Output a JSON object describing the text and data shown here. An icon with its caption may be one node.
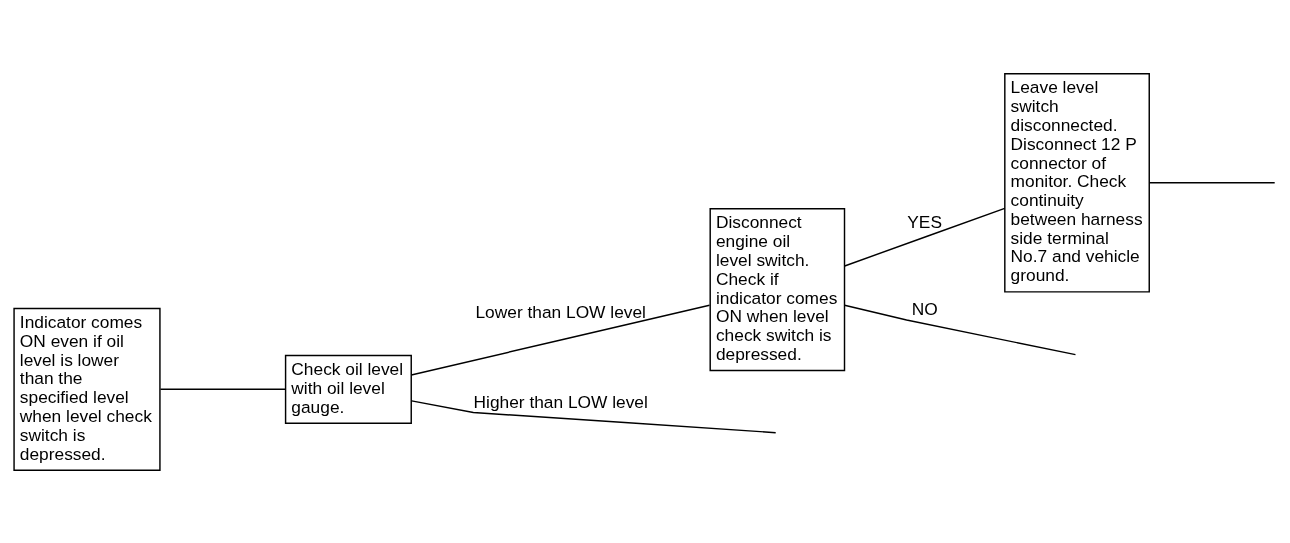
{
  "diagram": {
    "nodes": [
      {
        "text": [
          "Indicator comes ON even if oil level is lower than the specified level when level check switch is depressed."
        ]
      },
      {
        "text": [
          "Check oil level with oil level gauge."
        ]
      },
      {
        "text": [
          "Disconnect engine oil level switch. Check if indicator comes ON when level check switch is depressed."
        ]
      },
      {
        "text": [
          "Leave level switch disconnected. Disconnect 12 P connector of monitor. Check continuity between harness side terminal No.7 and vehicle ground."
        ]
      }
    ],
    "edges": [
      {
        "from": 0,
        "to": 1,
        "arrow": "none"
      },
      {
        "from": 1,
        "to": 2,
        "arrow": "none",
        "label": "Lower than LOW level"
      },
      {
        "from": 1,
        "to": null,
        "arrow": "none",
        "label": "Higher than LOW level"
      },
      {
        "from": 2,
        "to": 3,
        "arrow": "none",
        "label": "YES"
      },
      {
        "from": 2,
        "to": null,
        "arrow": "none",
        "label": "NO"
      },
      {
        "from": 3,
        "to": null,
        "arrow": "none"
      }
    ]
  }
}
